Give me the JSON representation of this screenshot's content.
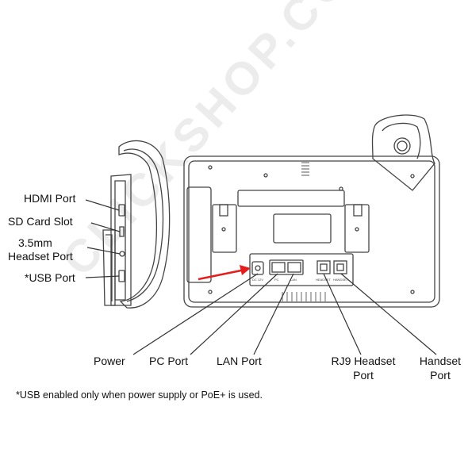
{
  "colors": {
    "line": "#333333",
    "outline": "#444444",
    "arrow": "#e41e1e",
    "watermark": "#ececec"
  },
  "side_view": {
    "labels": {
      "hdmi": "HDMI Port",
      "sd": "SD Card Slot",
      "headset_35_line1": "3.5mm",
      "headset_35_line2": "Headset Port",
      "usb": "*USB Port"
    }
  },
  "back_view": {
    "labels": {
      "power": "Power",
      "pc": "PC Port",
      "lan": "LAN Port",
      "rj9_line1": "RJ9 Headset",
      "rj9_line2": "Port",
      "handset_line1": "Handset",
      "handset_line2": "Port"
    },
    "port_marks": {
      "dc": "DC 12V",
      "pc": "PC",
      "lan": "LAN",
      "headset": "HEADSET",
      "handset": "HANDSET"
    }
  },
  "footnote": "*USB enabled only when power supply or PoE+ is used.",
  "watermark": "CLICKSHOP.COM"
}
